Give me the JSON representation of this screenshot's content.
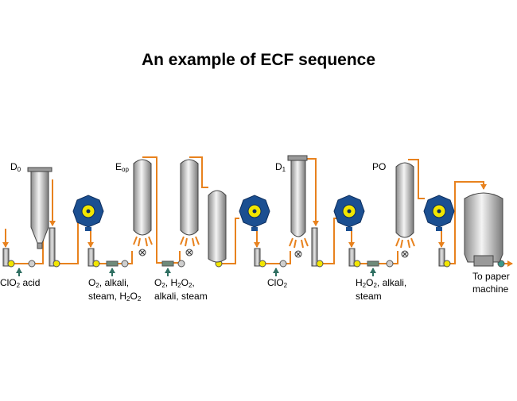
{
  "title": "An example of ECF sequence",
  "stages": {
    "d0": {
      "name": "D",
      "sub": "0"
    },
    "eop": {
      "name": "E",
      "sub": "op"
    },
    "d1": {
      "name": "D",
      "sub": "1"
    },
    "po": {
      "name": "PO"
    }
  },
  "chemicals": {
    "c1": {
      "a": "ClO",
      "a_sub": "2",
      "b": " acid"
    },
    "c2": {
      "l1a": "O",
      "l1a_sub": "2",
      "l1b": ", alkali,",
      "l2a": "steam, H",
      "l2a_sub": "2",
      "l2b": "O",
      "l2b_sub": "2"
    },
    "c3": {
      "l1a": "O",
      "l1a_sub": "2",
      "l1b": ", H",
      "l1b_sub": "2",
      "l1c": "O",
      "l1c_sub": "2",
      "l1d": ",",
      "l2": "alkali, steam"
    },
    "c4": {
      "a": "ClO",
      "a_sub": "2"
    },
    "c5": {
      "l1a": "H",
      "l1a_sub": "2",
      "l1b": "O",
      "l1b_sub": "2",
      "l1c": ", alkali,",
      "l2": "steam"
    }
  },
  "output": {
    "line1": "To paper",
    "line2": "machine"
  },
  "colors": {
    "pipe": "#e8821e",
    "chem_arrow": "#2f6f62",
    "press": "#1b4f91",
    "press_core": "#f2e600",
    "vessel_light": "#f4f4f4",
    "vessel_dark": "#8a8a8a"
  }
}
